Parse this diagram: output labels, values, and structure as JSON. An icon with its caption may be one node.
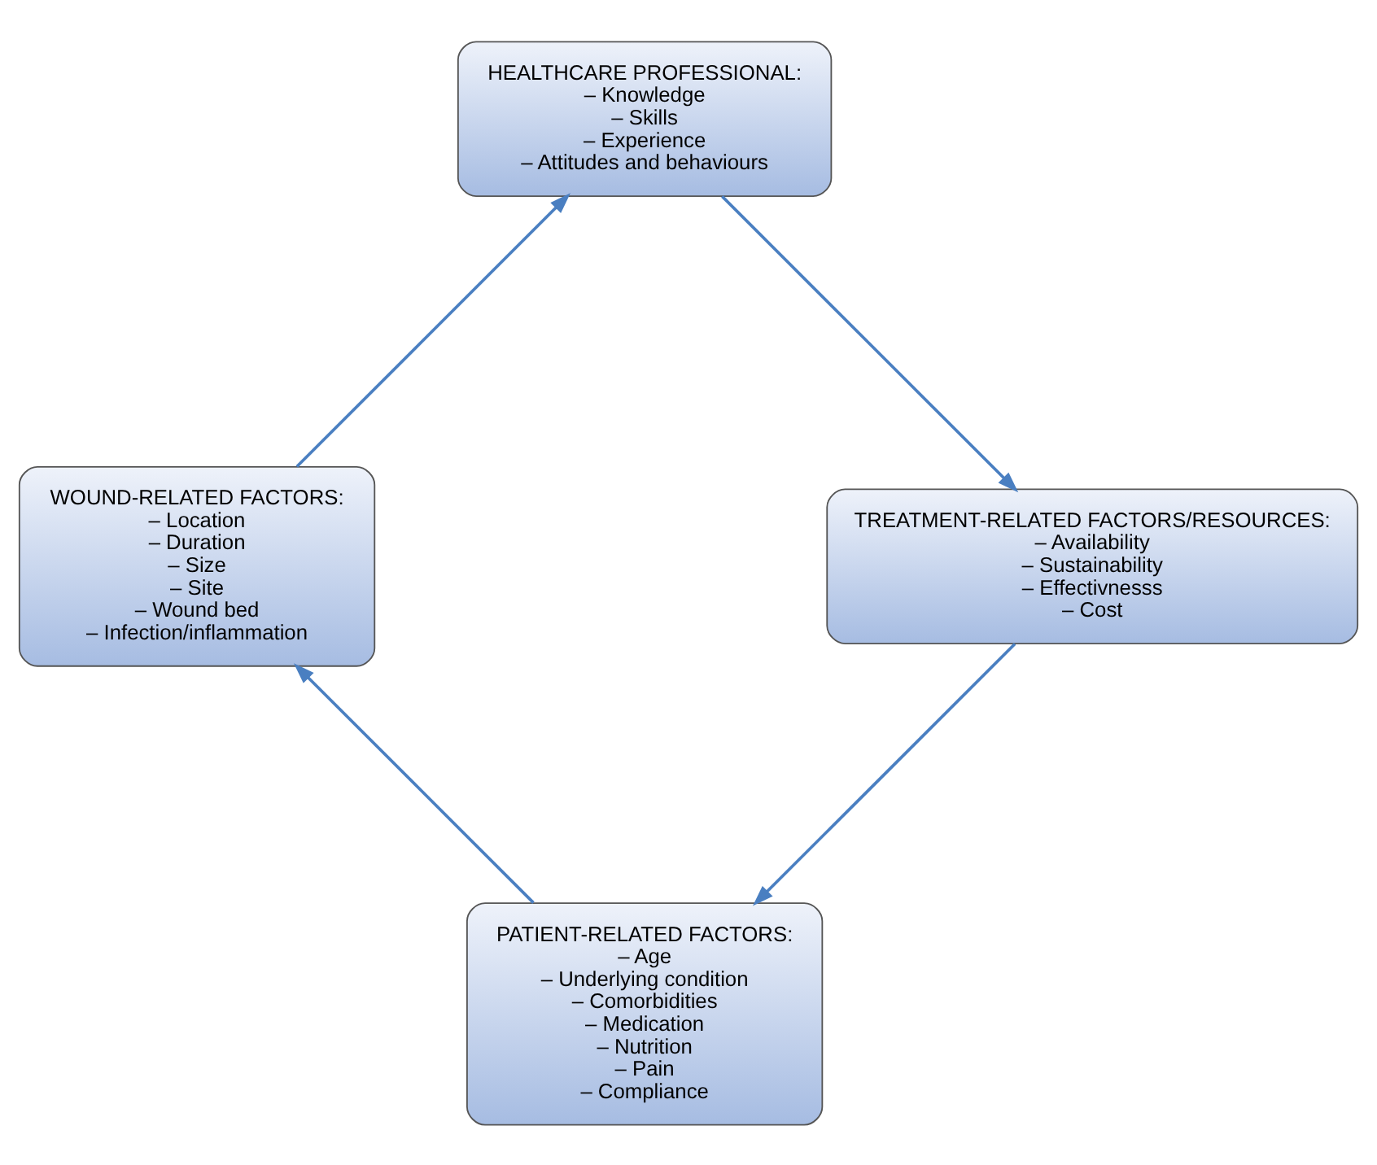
{
  "diagram": {
    "nodes": [
      {
        "text": [
          "PATIENT-RELATED FACTORS:",
          "– Age",
          "– Underlying condition",
          "– Comorbidities",
          "– Medication",
          "– Nutrition",
          "– Pain",
          "– Compliance"
        ]
      },
      {
        "text": [
          "WOUND-RELATED FACTORS:",
          "– Location",
          "– Duration",
          "– Size",
          "– Site",
          "– Wound bed",
          "– Infection/inflammation"
        ]
      },
      {
        "text": [
          "HEALTHCARE PROFESSIONAL:",
          "– Knowledge",
          "– Skills",
          "– Experience",
          "– Attitudes and behaviours"
        ]
      },
      {
        "text": [
          "TREATMENT-RELATED FACTORS/RESOURCES:",
          "– Availability",
          "– Sustainability",
          "– Effectivnesss",
          "– Cost"
        ]
      }
    ],
    "edges": [
      {
        "from": 0,
        "to": 1,
        "arrow": "to"
      },
      {
        "from": 1,
        "to": 2,
        "arrow": "to"
      },
      {
        "from": 2,
        "to": 3,
        "arrow": "to"
      },
      {
        "from": 3,
        "to": 0,
        "arrow": "to"
      }
    ]
  }
}
